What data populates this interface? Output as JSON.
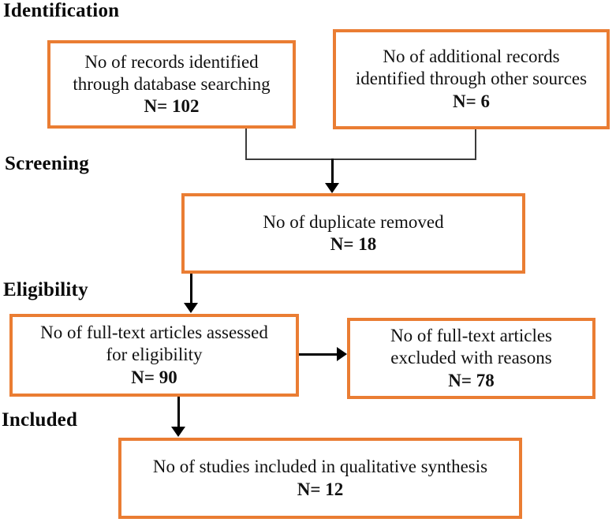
{
  "diagram": {
    "type": "prisma-flowchart",
    "colors": {
      "box_border": "#ea7d33",
      "connector_line": "#3b3b3b",
      "arrow": "#000000",
      "text": "#111111",
      "background": "#ffffff"
    },
    "stages": [
      {
        "label": "Identification"
      },
      {
        "label": "Screening"
      },
      {
        "label": "Eligibility"
      },
      {
        "label": "Included"
      }
    ],
    "boxes": [
      {
        "id": "records-identified",
        "lines": [
          "No of records identified",
          "through database searching"
        ],
        "n_label": "N= 102"
      },
      {
        "id": "additional-records",
        "lines": [
          "No of additional records",
          "identified through other sources"
        ],
        "n_label": "N= 6"
      },
      {
        "id": "duplicates-removed",
        "lines": [
          "No of duplicate removed"
        ],
        "n_label": "N= 18"
      },
      {
        "id": "fulltext-assessed",
        "lines": [
          "No of full-text articles assessed",
          "for eligibility"
        ],
        "n_label": "N= 90"
      },
      {
        "id": "fulltext-excluded",
        "lines": [
          "No of full-text articles",
          "excluded with reasons"
        ],
        "n_label": "N= 78"
      },
      {
        "id": "studies-included",
        "lines": [
          "No of studies included in qualitative synthesis"
        ],
        "n_label": "N= 12"
      }
    ]
  }
}
